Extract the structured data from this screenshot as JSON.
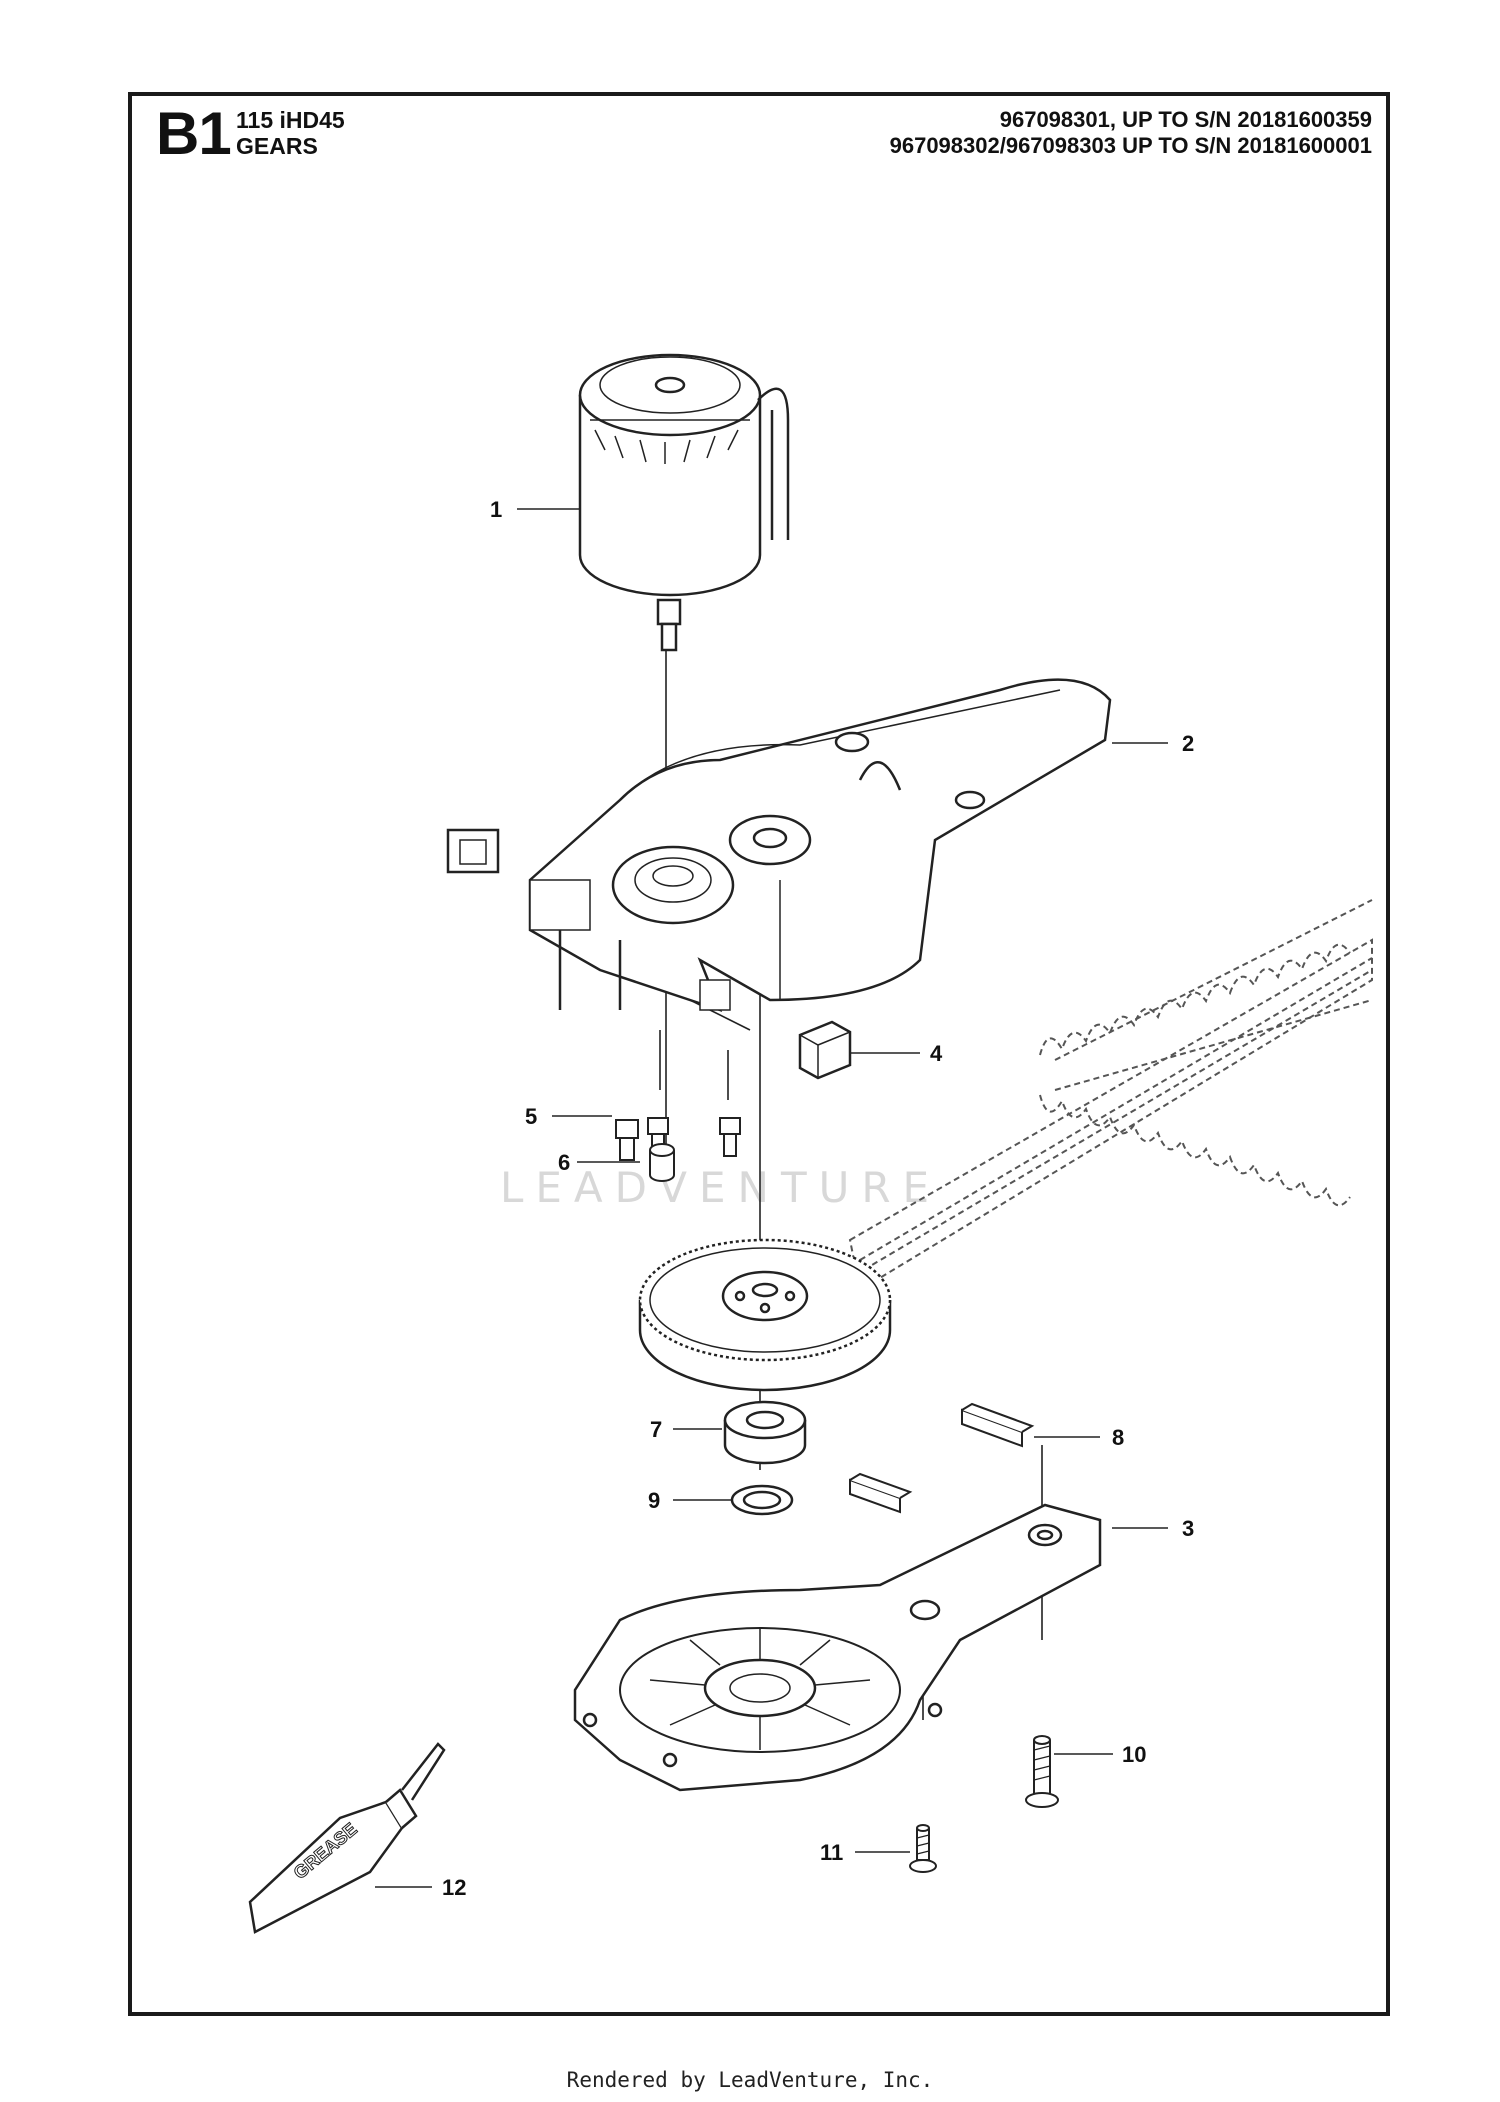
{
  "header": {
    "section_code": "B1",
    "model": "115 iHD45",
    "section_name": "GEARS",
    "serial_ranges": [
      "967098301, UP TO S/N 20181600359",
      "967098302/967098303 UP TO S/N 20181600001"
    ]
  },
  "callouts": [
    {
      "number": "1",
      "part": "motor-icon"
    },
    {
      "number": "2",
      "part": "gear-housing-icon"
    },
    {
      "number": "3",
      "part": "housing-cover-icon"
    },
    {
      "number": "4",
      "part": "rubber-damper-icon"
    },
    {
      "number": "5",
      "part": "screw-icon"
    },
    {
      "number": "6",
      "part": "spacer-icon"
    },
    {
      "number": "7",
      "part": "ball-bearing-icon"
    },
    {
      "number": "8",
      "part": "key-block-icon"
    },
    {
      "number": "9",
      "part": "washer-icon"
    },
    {
      "number": "10",
      "part": "long-screw-icon"
    },
    {
      "number": "11",
      "part": "short-screw-icon"
    },
    {
      "number": "12",
      "part": "grease-tube-icon"
    }
  ],
  "grease_tube_label": "GREASE",
  "watermark": "LEADVENTURE",
  "footer": "Rendered by LeadVenture, Inc."
}
